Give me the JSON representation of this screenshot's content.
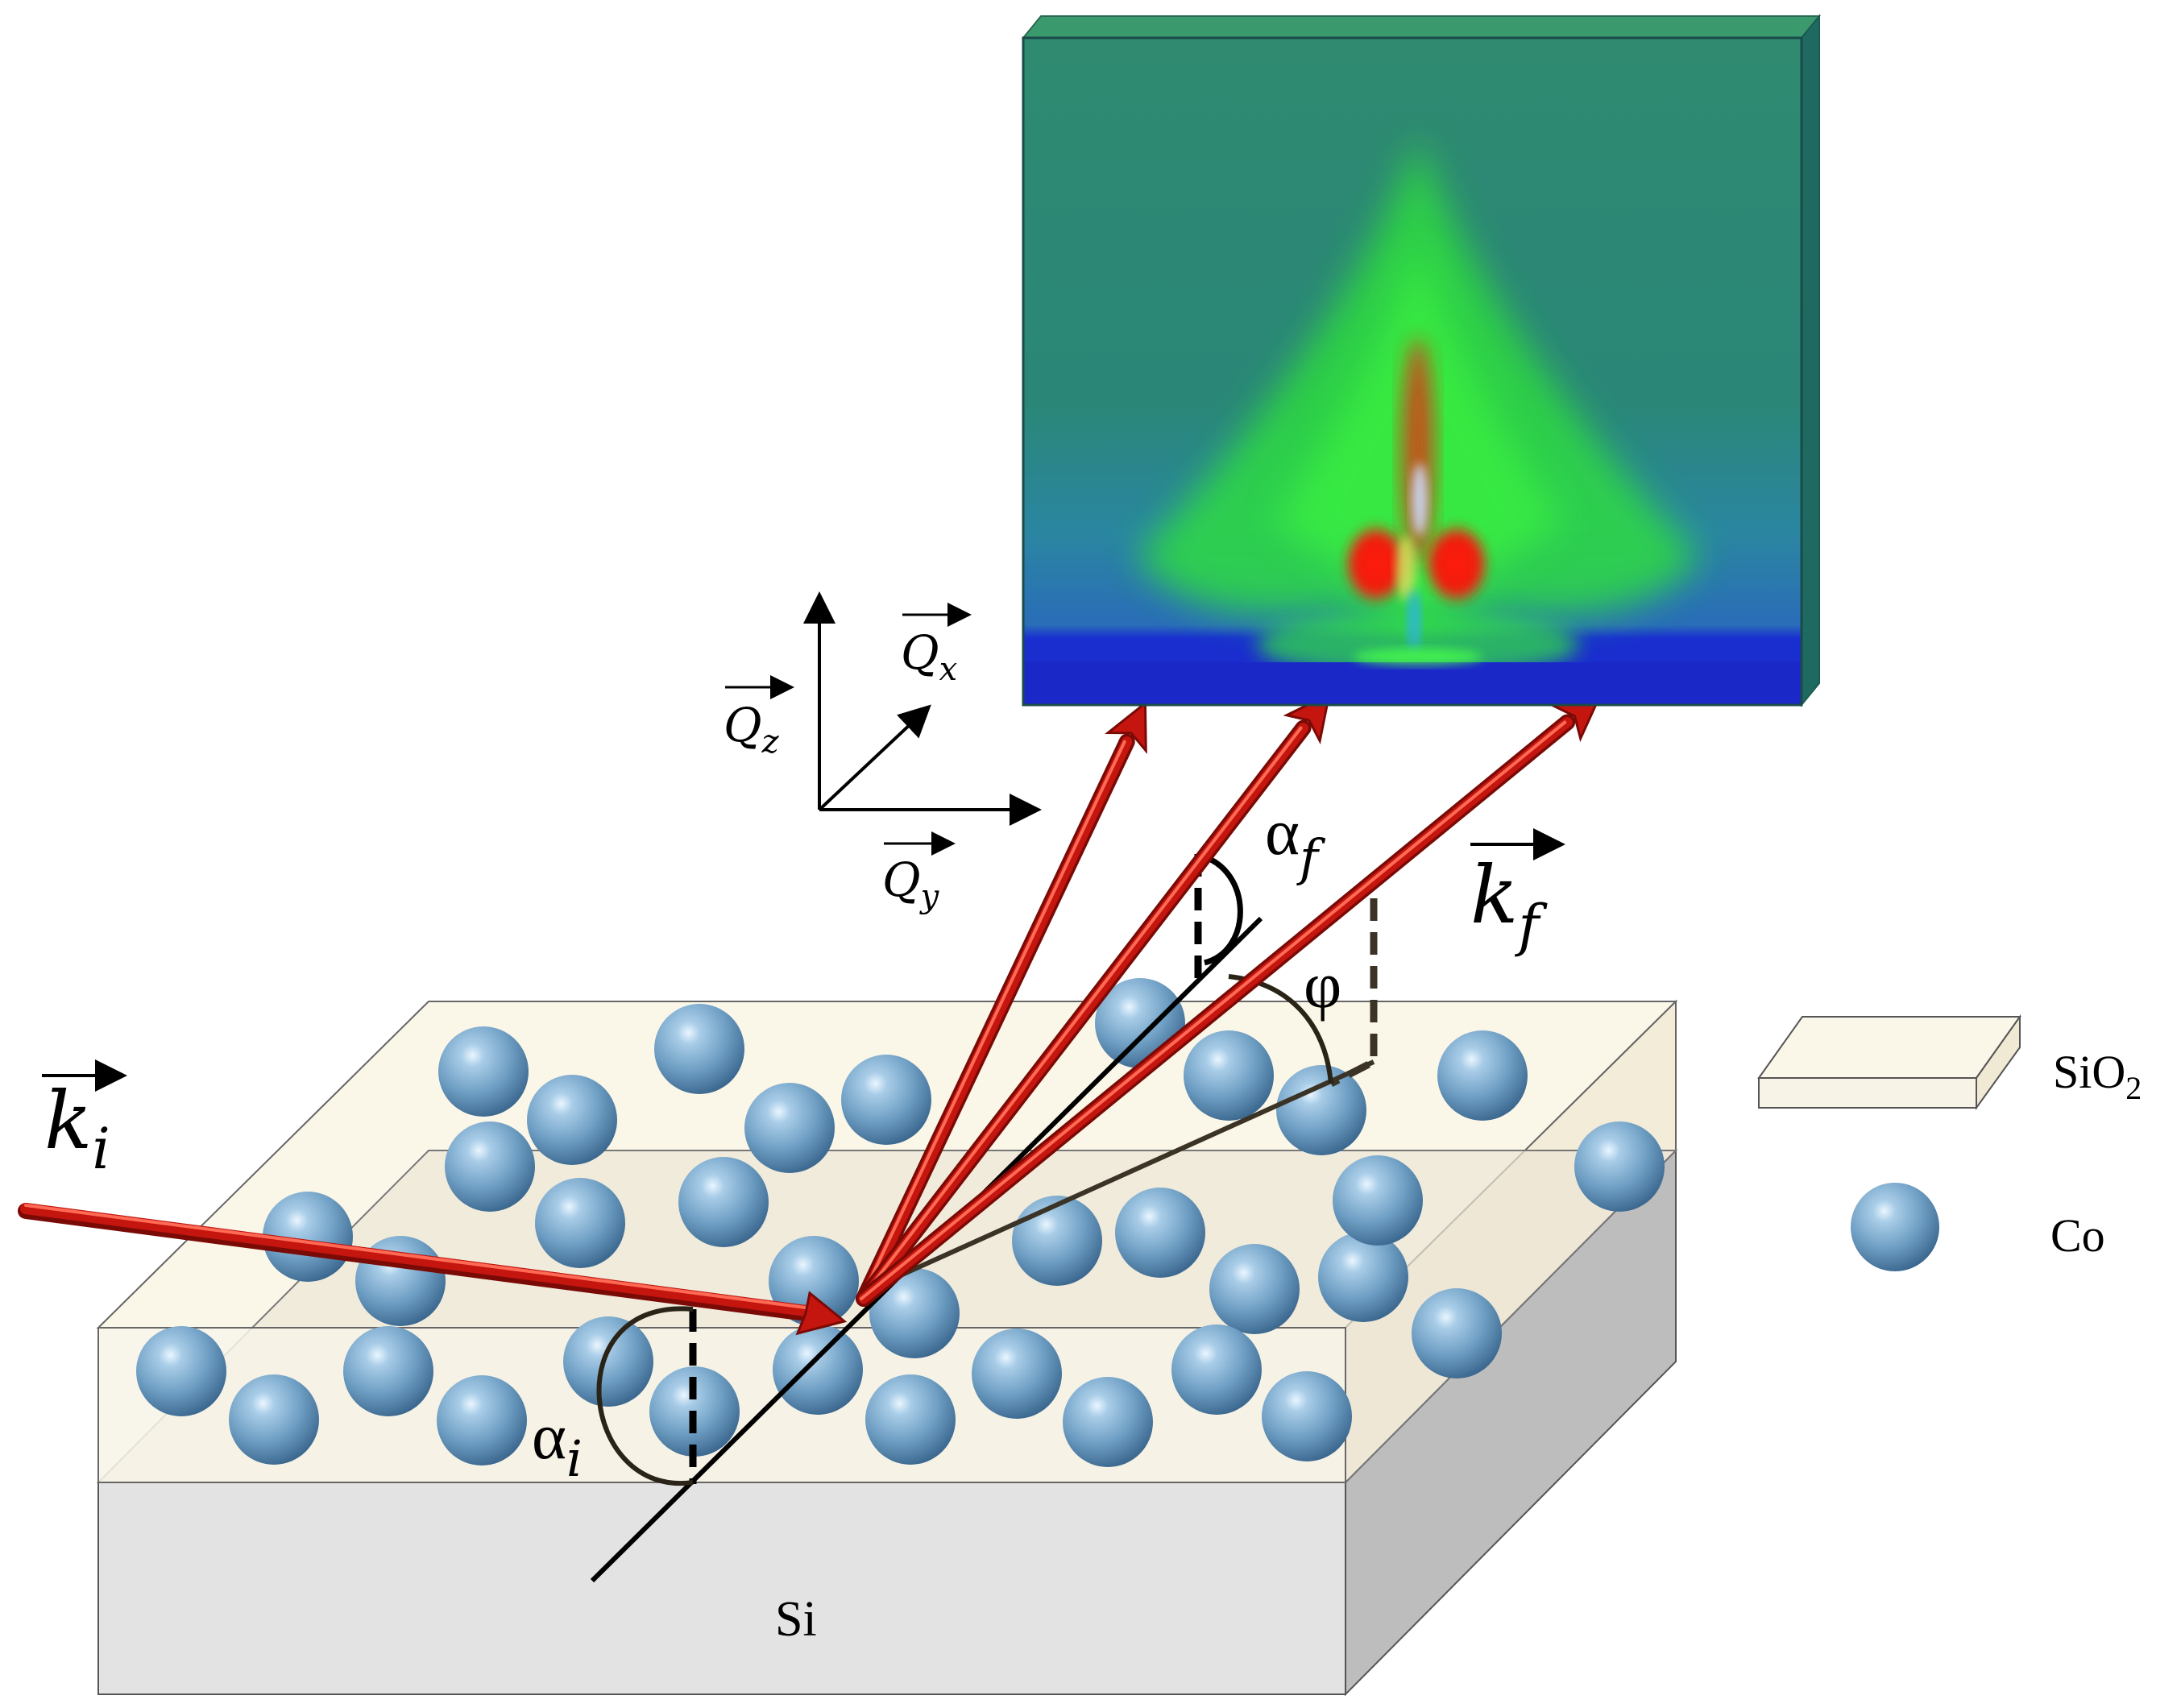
{
  "labels": {
    "k_incident": "k",
    "k_incident_sub": "i",
    "k_final": "k",
    "k_final_sub": "f",
    "alpha_i": "α",
    "alpha_i_sub": "i",
    "alpha_f": "α",
    "alpha_f_sub": "f",
    "phi": "φ",
    "q_x": "Q",
    "q_x_sub": "x",
    "q_y": "Q",
    "q_y_sub": "y",
    "q_z": "Q",
    "q_z_sub": "z",
    "substrate": "Si"
  },
  "legend": {
    "sio2_main": "SiO",
    "sio2_sub": "2",
    "co": "Co"
  },
  "colors": {
    "beam": "#c4150f",
    "layer_fill": "#fbf7e8",
    "substrate_front": "#e3e3e3",
    "substrate_side": "#bdbdbd",
    "sphere": "#6f9fc4",
    "detector_blue": "#1a2fd0",
    "detector_green": "#29e33a",
    "detector_red": "#ef1a10",
    "detector_teal": "#2f8a7a"
  }
}
